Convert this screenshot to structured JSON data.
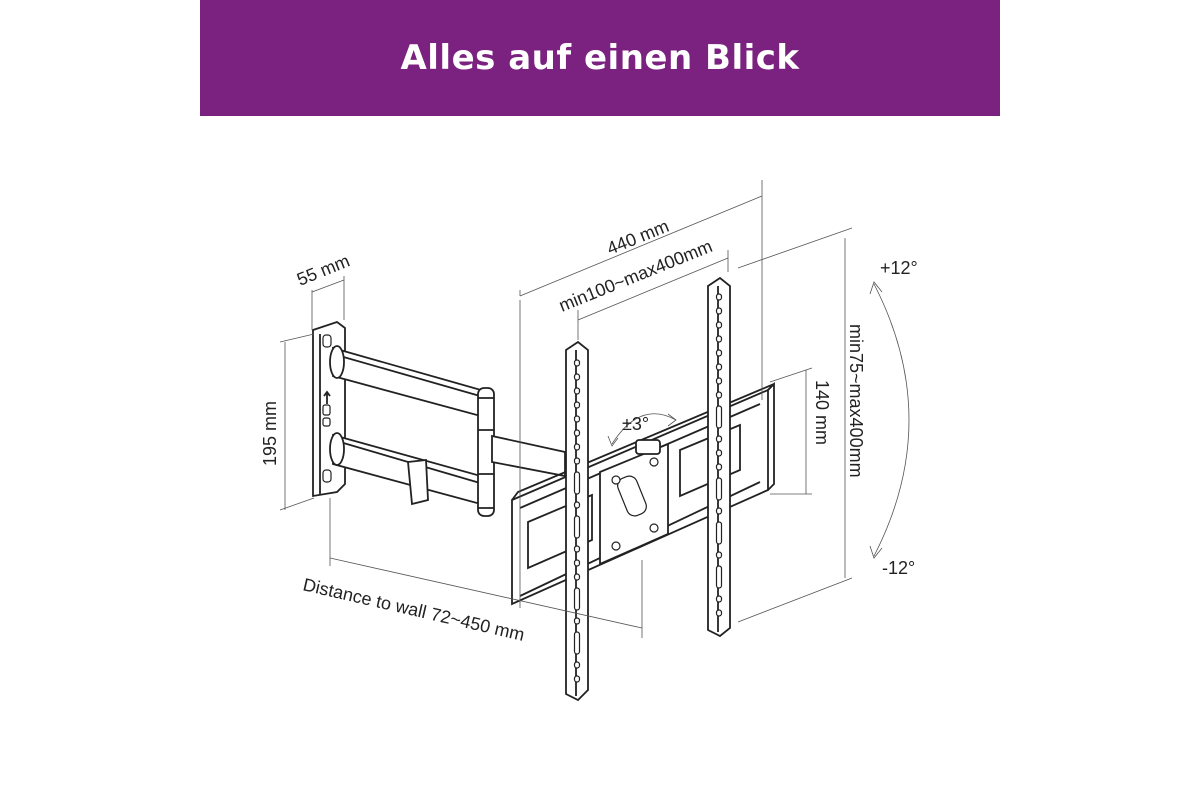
{
  "header": {
    "title": "Alles auf einen Blick",
    "background_color": "#7b2180",
    "text_color": "#ffffff"
  },
  "diagram": {
    "labels": {
      "width_440": "440 mm",
      "vesa_horizontal": "min100~max400mm",
      "wall_plate_depth": "55 mm",
      "wall_plate_height": "195 mm",
      "vesa_vertical": "min75~max400mm",
      "frame_height": "140 mm",
      "swivel": "±3°",
      "tilt_up": "+12°",
      "tilt_down": "-12°",
      "distance_to_wall": "Distance to wall 72~450 mm"
    }
  }
}
